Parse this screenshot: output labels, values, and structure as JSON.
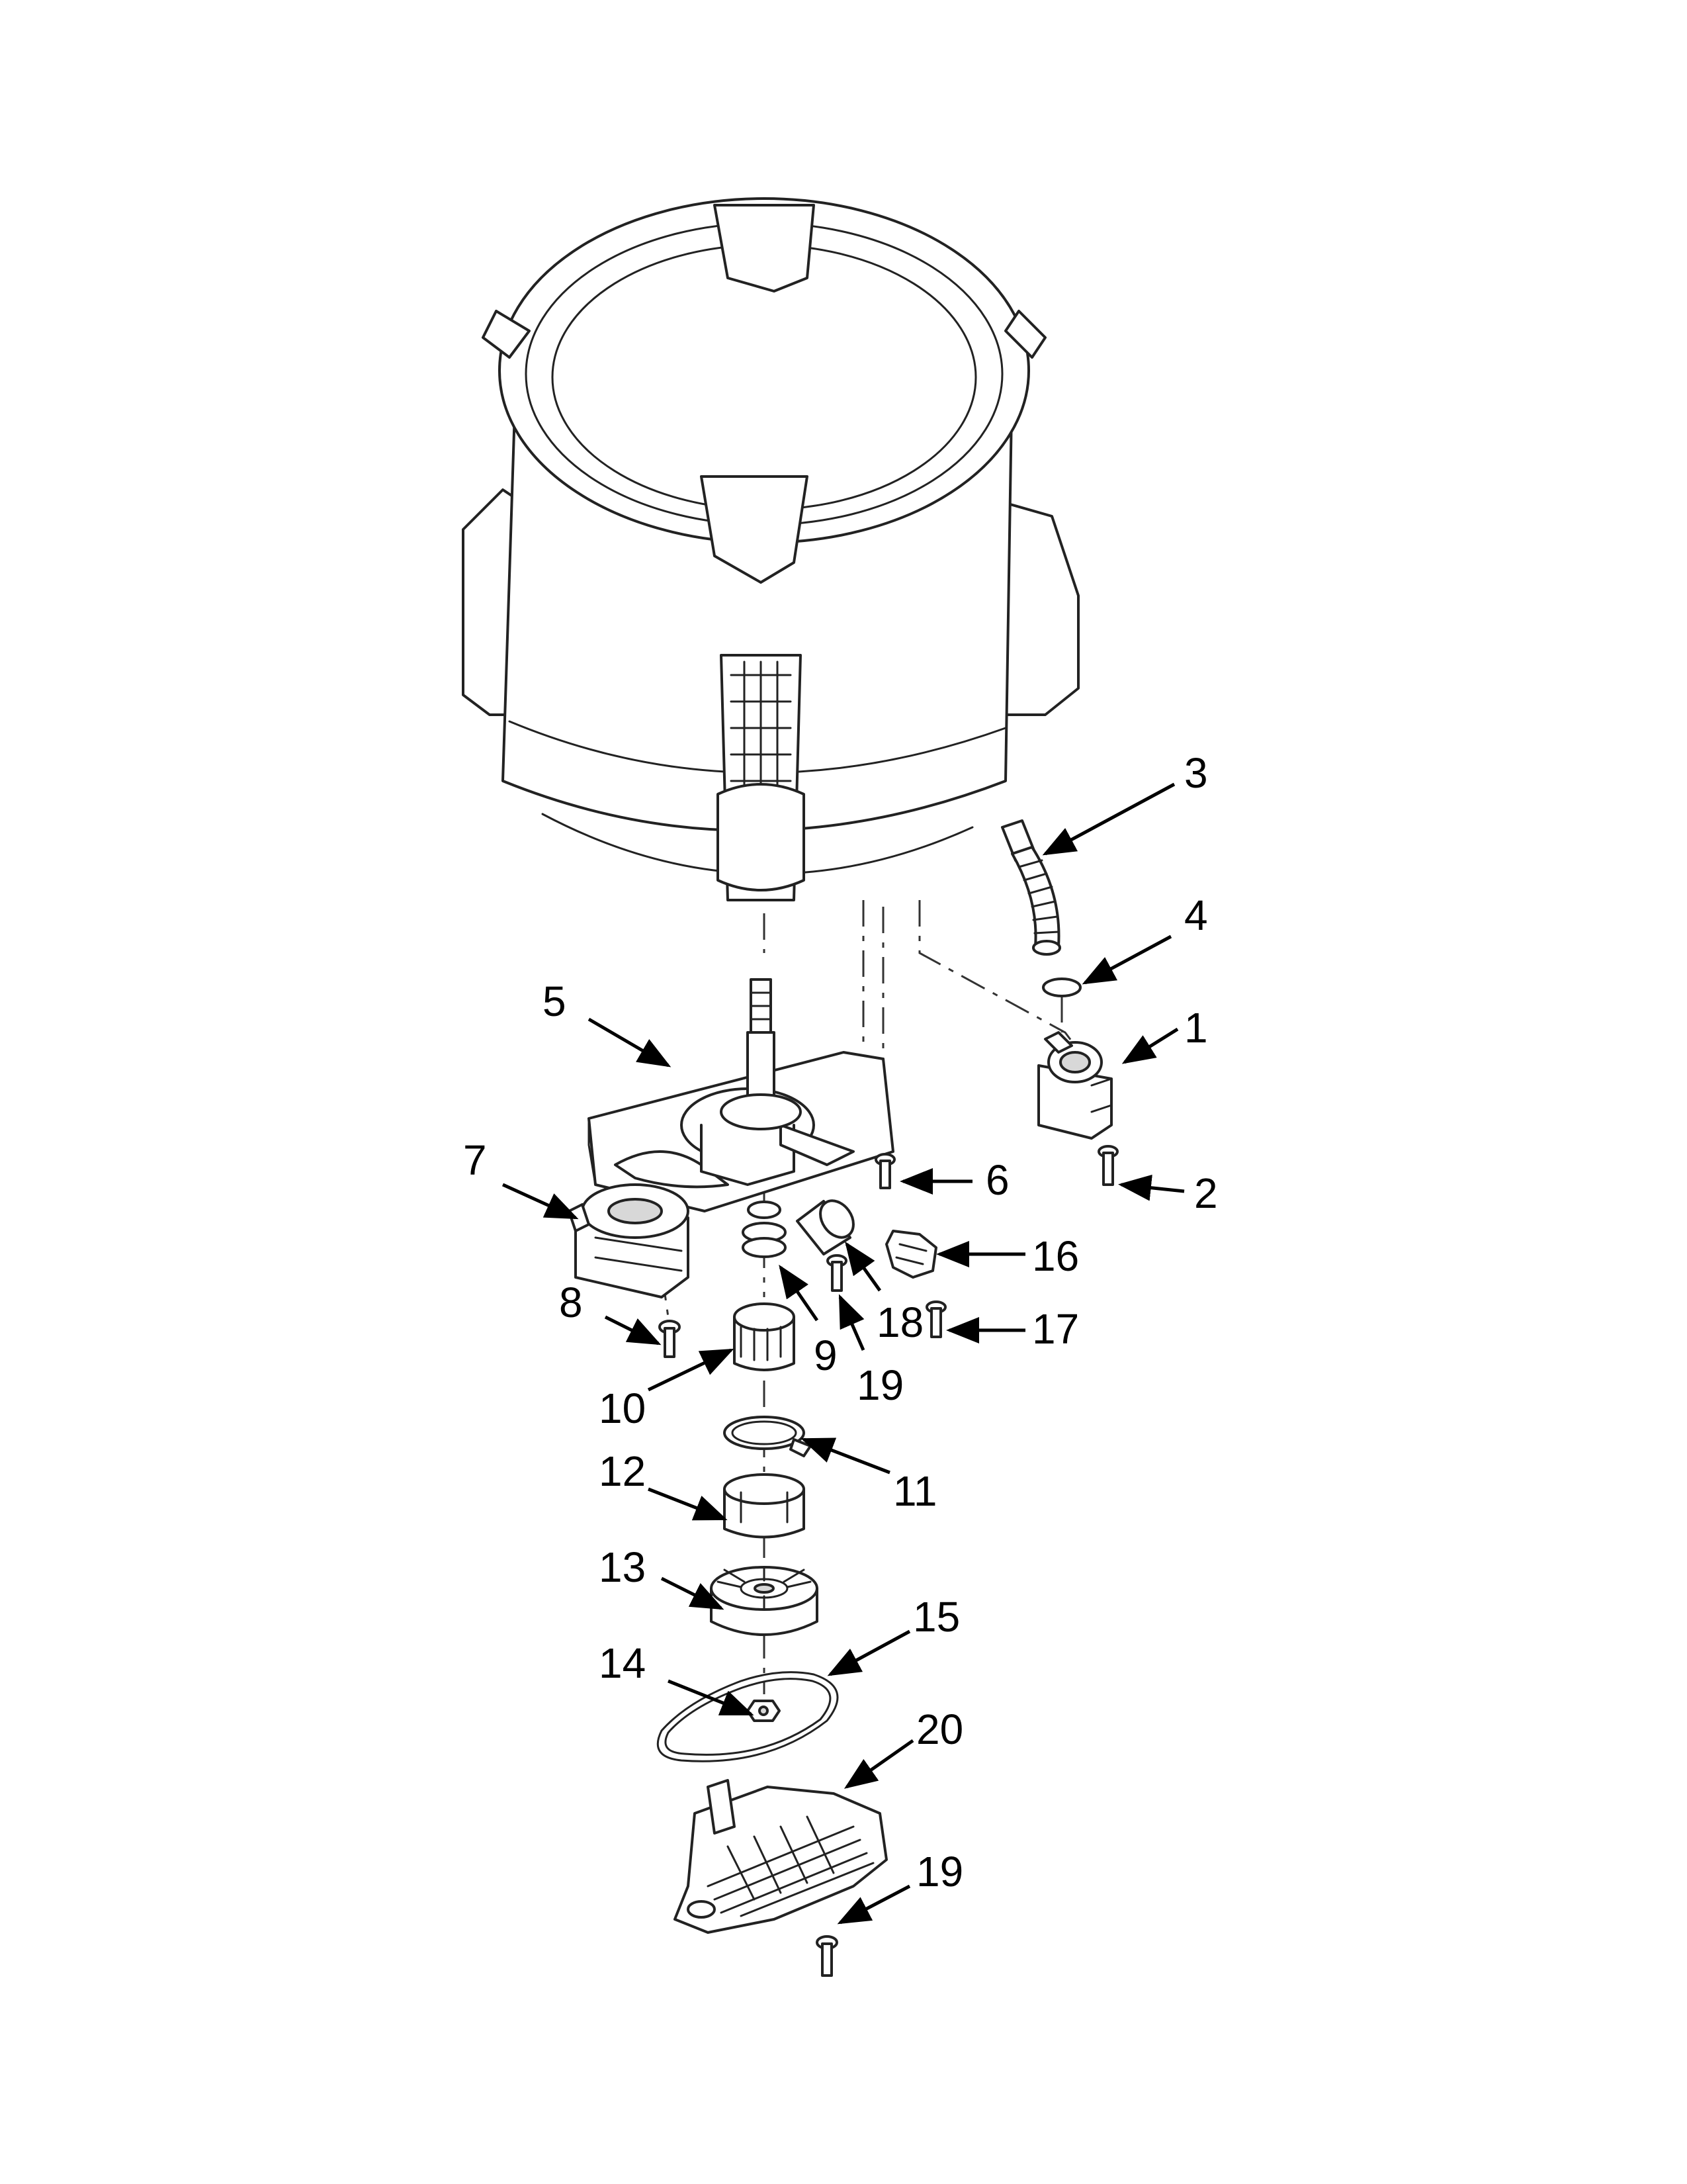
{
  "callouts": [
    {
      "label": "1"
    },
    {
      "label": "2"
    },
    {
      "label": "3"
    },
    {
      "label": "4"
    },
    {
      "label": "5"
    },
    {
      "label": "6"
    },
    {
      "label": "7"
    },
    {
      "label": "8"
    },
    {
      "label": "9"
    },
    {
      "label": "10"
    },
    {
      "label": "11"
    },
    {
      "label": "12"
    },
    {
      "label": "13"
    },
    {
      "label": "14"
    },
    {
      "label": "15"
    },
    {
      "label": "16"
    },
    {
      "label": "17"
    },
    {
      "label": "18"
    },
    {
      "label": "19"
    },
    {
      "label": "19"
    },
    {
      "label": "20"
    }
  ]
}
